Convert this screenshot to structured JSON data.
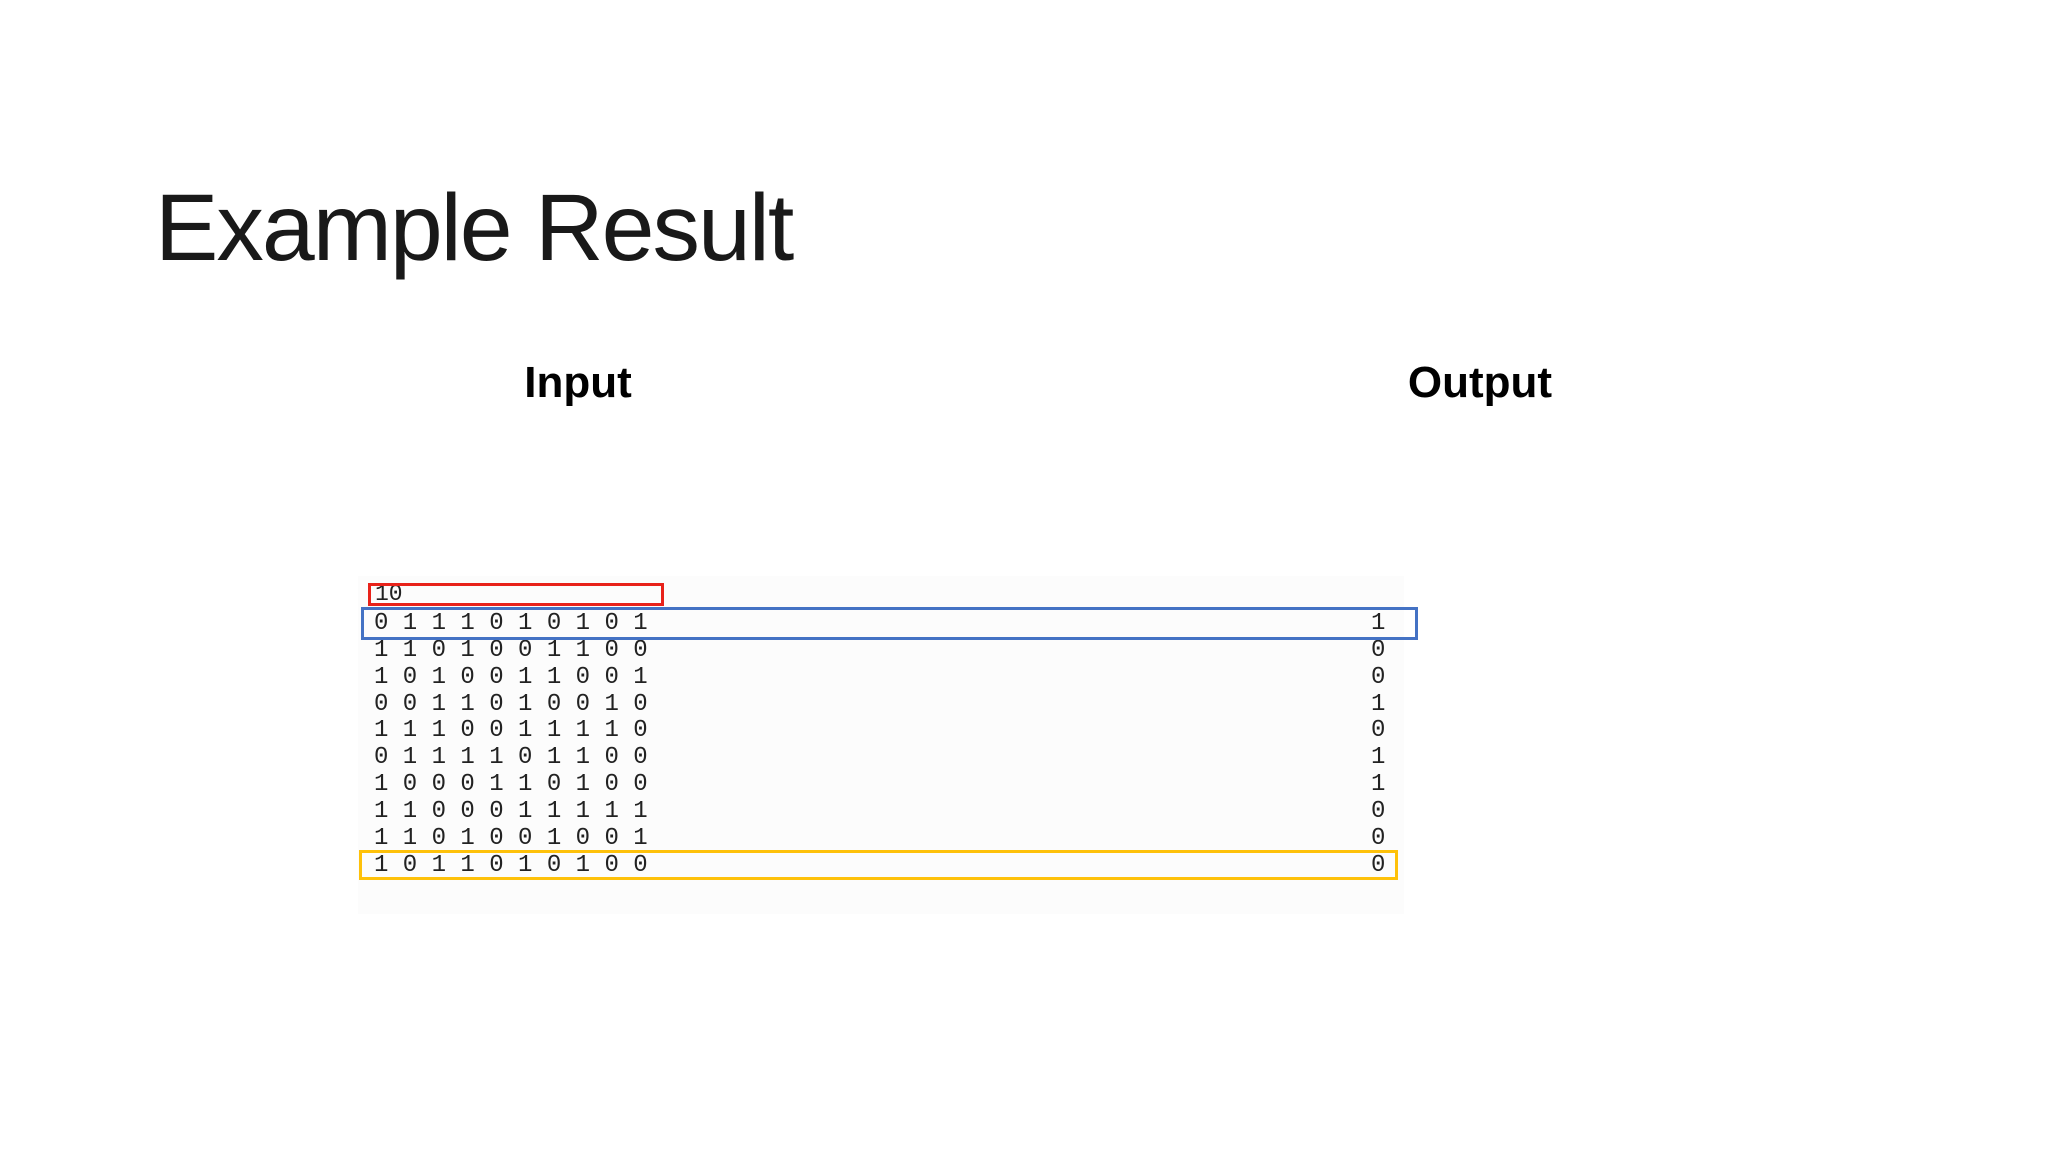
{
  "slide": {
    "title": "Example Result"
  },
  "sections": {
    "input_label": "Input",
    "output_label": "Output"
  },
  "console": {
    "dimension": "10",
    "matrix_rows": [
      "0 1 1 1 0 1 0 1 0 1",
      "1 1 0 1 0 0 1 1 0 0",
      "1 0 1 0 0 1 1 0 0 1",
      "0 0 1 1 0 1 0 0 1 0",
      "1 1 1 0 0 1 1 1 1 0",
      "0 1 1 1 1 0 1 1 0 0",
      "1 0 0 0 1 1 0 1 0 0",
      "1 1 0 0 0 1 1 1 1 1",
      "1 1 0 1 0 0 1 0 0 1",
      "1 0 1 1 0 1 0 1 0 0"
    ],
    "output_values": [
      "1",
      "0",
      "0",
      "1",
      "0",
      "1",
      "1",
      "0",
      "0",
      "0"
    ]
  },
  "highlights": {
    "dimension_box_color": "#e8221a",
    "first_row_box_color": "#4472c4",
    "last_row_box_color": "#fec10a"
  }
}
